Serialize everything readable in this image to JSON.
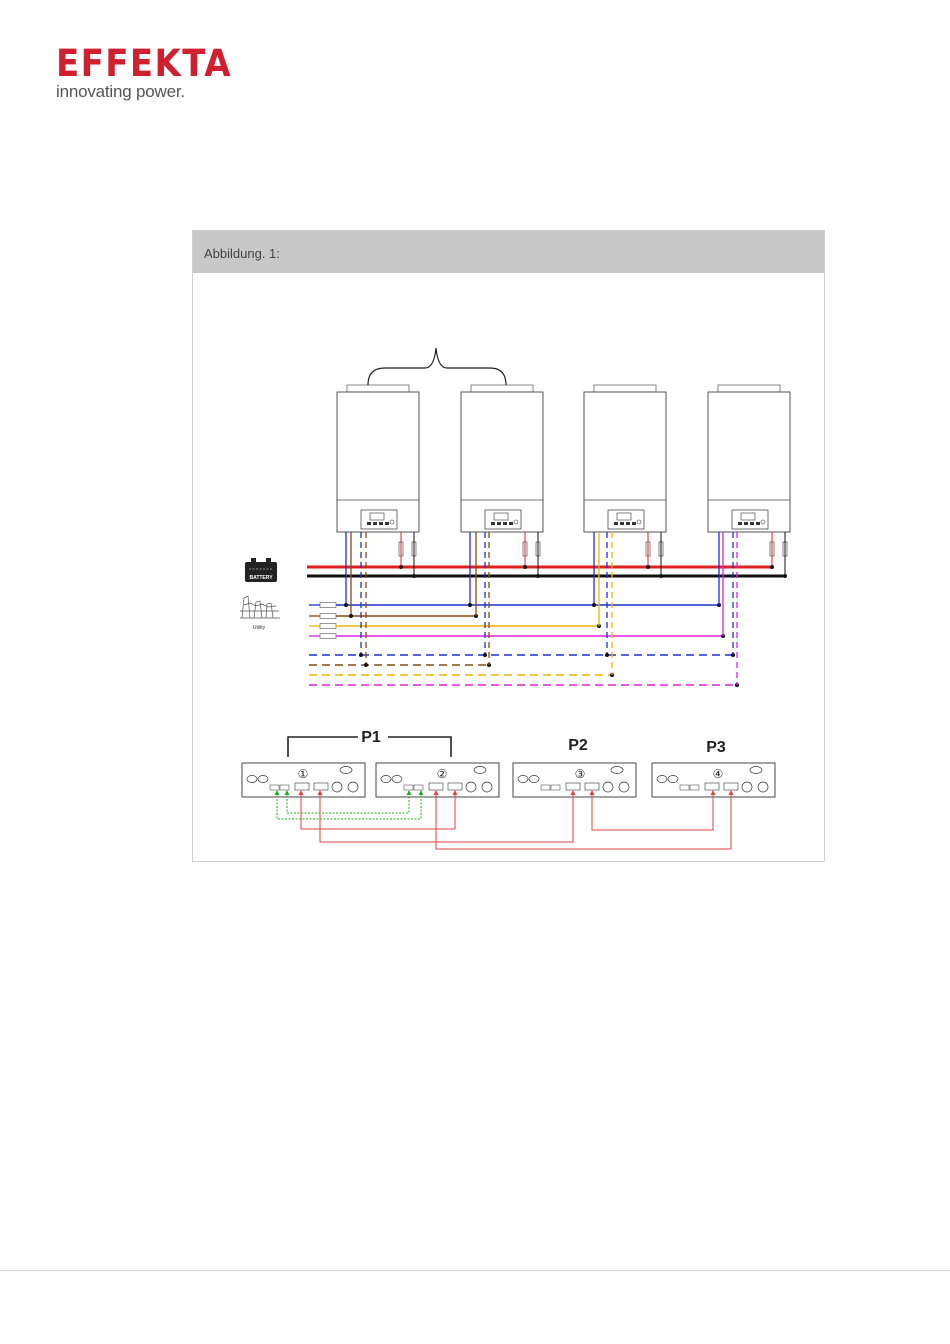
{
  "brand": {
    "name": "EFFEKTA",
    "tagline": "innovating power.",
    "color": "#d01f2f"
  },
  "figure": {
    "caption": "Abbildung. 1:",
    "labels": {
      "battery": "BATTERY",
      "utility": "Utility"
    },
    "groups": [
      {
        "label": "P1",
        "units": [
          "①",
          "②"
        ]
      },
      {
        "label": "P2",
        "units": [
          "③"
        ]
      },
      {
        "label": "P3",
        "units": [
          "④"
        ]
      }
    ],
    "wire_colors": {
      "battery_positive": "#e02020",
      "battery_negative": "#111111",
      "phase_blue": "#1f2fd0",
      "phase_brown": "#8a4a10",
      "phase_yellow": "#f0b400",
      "phase_magenta": "#e020e0",
      "current_sharing": "#22aa22",
      "parallel_comm": "#e04040"
    }
  }
}
